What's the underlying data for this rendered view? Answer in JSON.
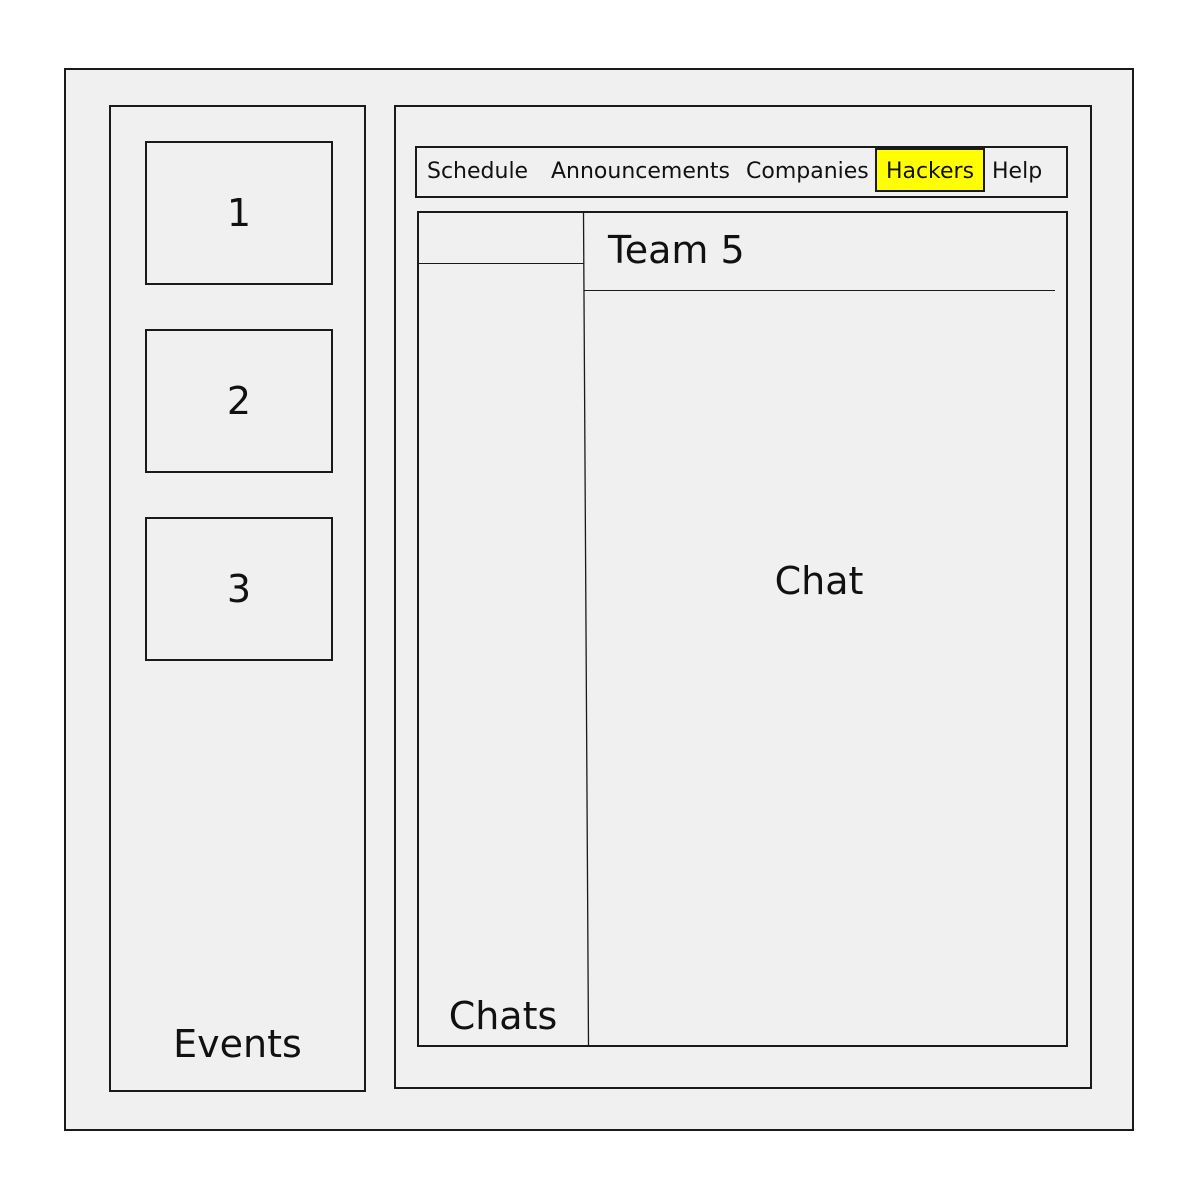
{
  "events": {
    "label": "Events",
    "cards": [
      {
        "label": "1"
      },
      {
        "label": "2"
      },
      {
        "label": "3"
      }
    ]
  },
  "nav": {
    "items": [
      {
        "label": "Schedule"
      },
      {
        "label": "Announcements"
      },
      {
        "label": "Companies"
      },
      {
        "label": "Hackers",
        "active": true
      },
      {
        "label": "Help"
      }
    ],
    "active_color": "#ffff00"
  },
  "chats": {
    "label": "Chats"
  },
  "chat": {
    "title": "Team 5",
    "label": "Chat"
  }
}
